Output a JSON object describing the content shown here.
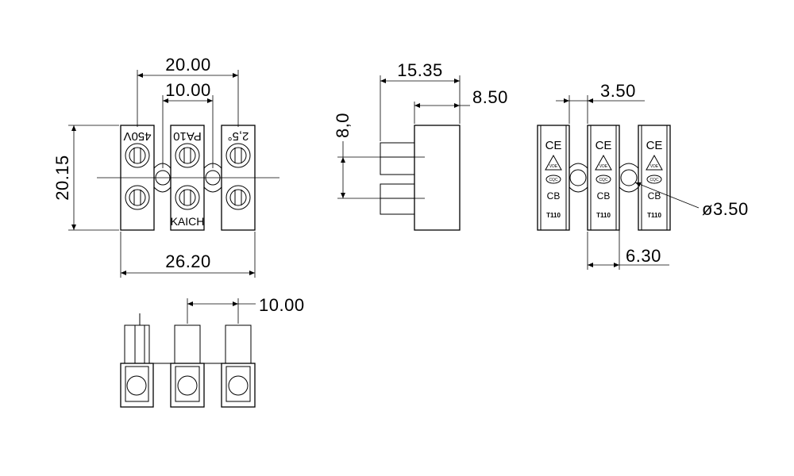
{
  "dimensions": {
    "top_width": "20.00",
    "top_pitch": "10.00",
    "top_height": "20.15",
    "top_overall": "26.20",
    "side_length": "15.35",
    "side_offset": "8.50",
    "side_pin": "8,0",
    "back_gap": "3.50",
    "back_hole": "ø3.50",
    "back_segment": "6.30",
    "bottom_pitch": "10.00"
  },
  "markings": {
    "voltage": "450V",
    "material": "PA10",
    "section": "2,5°",
    "brand": "KAICH",
    "ce": "CE",
    "cb": "CB",
    "cqc": "CQC",
    "vde": "VDE",
    "model": "T110"
  }
}
